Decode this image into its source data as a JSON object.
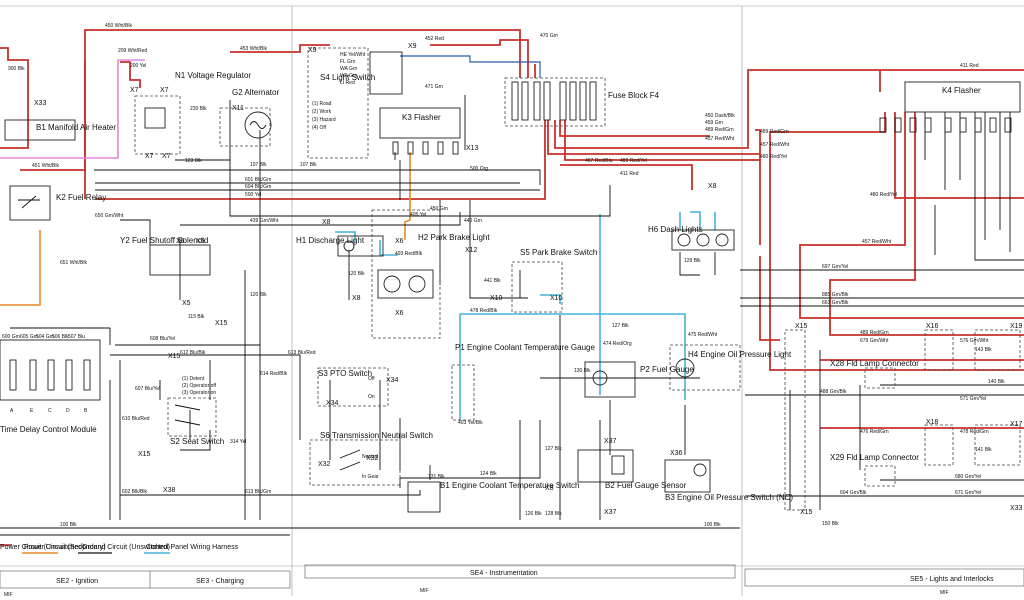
{
  "colors": {
    "power_unswitched": "#c8312b",
    "power_secondary": "#e58a2a",
    "ground": "#111111",
    "panel_harness": "#45b2d6",
    "pink": "#e08ad8",
    "blue": "#2f5aa8"
  },
  "components": {
    "b1_heater": "B1 Manifold Air Heater",
    "k2": "K2 Fuel Relay",
    "y2": "Y2 Fuel Shutoff Solenoid",
    "n1": "N1 Voltage Regulator",
    "g2": "G2 Alternator",
    "s4": "S4 Light Switch",
    "s4_pos": [
      "(1) Road",
      "(2) Work",
      "(3) Hazard",
      "(4) Off"
    ],
    "k3": "K3 Flasher",
    "f4": "Fuse Block F4",
    "k4": "K4 Flasher",
    "h1": "H1 Discharge Light",
    "h2": "H2 Park Brake Light",
    "s5": "S5 Park Brake Switch",
    "h6": "H6 Dash Lights",
    "p1": "P1 Engine Coolant Temperature Gauge",
    "p2": "P2 Fuel Gauge",
    "h4": "H4 Engine Oil Pressure Light",
    "b1_sw": "B1 Engine Coolant Temperature Switch",
    "b2": "B2 Fuel Gauge Sensor",
    "b3": "B3 Engine Oil Pressure Switch (NC)",
    "s3": "S3 PTO Switch",
    "s6": "S6 Transmission Neutral Switch",
    "s6_states": [
      "Neutral",
      "In Gear"
    ],
    "s3_states": [
      "Off",
      "On"
    ],
    "s2": "S2 Seat Switch",
    "s2_states": [
      "(1) Detent",
      "(2) Operator off",
      "(3) Operator on"
    ],
    "delay": "Time Delay Control Module",
    "x28": "X28 Fld Lamp Connector",
    "x29": "X29 Fld Lamp Connector"
  },
  "connectors": [
    "X33",
    "X7",
    "X7",
    "X7",
    "X7",
    "X11",
    "X9",
    "X9",
    "X13",
    "X8",
    "X8",
    "X8",
    "X12",
    "X6",
    "X6",
    "X10",
    "X10",
    "X5",
    "X5",
    "X5",
    "X15",
    "X15",
    "X15",
    "X34",
    "X34",
    "X32",
    "X32",
    "X38",
    "X37",
    "X37",
    "X36",
    "X8",
    "X15",
    "X16",
    "X17",
    "X19",
    "X18",
    "X15",
    "X33"
  ],
  "wires": {
    "top": [
      "450 Wht/Blk",
      "452 Red",
      "453 Wht/Blk",
      "470 Grn",
      "471 Grn",
      "411 Red",
      "209 Wht/Red",
      "200 Yel",
      "230 Blk"
    ],
    "s4": [
      "HE Yel/Wht",
      "FL Grn",
      "WA Grn",
      "WA Grn",
      "LI Red"
    ],
    "mid": [
      "601 Blk/Grn",
      "604 Blk/Grn",
      "500 Yel",
      "107 Blk",
      "107 Blk",
      "123 Blk",
      "439 Grn/Wht",
      "500 Org"
    ],
    "fuse": [
      "450 Dash/Blk",
      "459 Grn",
      "489 Red/Grn",
      "457 Red/Wht",
      "457 Red/Wht",
      "467 Red/Blu",
      "480 Red/Yel",
      "411 Red",
      "480 Red/Yel",
      "489 Red/Grn"
    ],
    "panel": [
      "478 Red/Blk",
      "127 Blk",
      "474 Red/Org",
      "475 Red/Wht",
      "403 Yel/Blk",
      "405 Yel",
      "493 Red/Blk",
      "450 Grn",
      "440 Grn",
      "441 Blk"
    ],
    "right": [
      "697 Grn/Yel",
      "885 Grn/Blk",
      "663 Grn/Blk",
      "457 Red/Wht",
      "480 Red/Yel",
      "489 Red/Grn",
      "679 Grn/Wht",
      "576 Grn/Wht",
      "488 Grn/Blk",
      "571 Grn/Yel",
      "476 Red/Grn",
      "478 Red/Grn",
      "143 Blk",
      "141 Blk",
      "140 Blk",
      "604 Grn/Blk",
      "671 Grn/Yel",
      "680 Grn/Yel"
    ],
    "left": [
      "451 Wht/Blk",
      "900 Blk",
      "650 Grn/Wht",
      "651 Wht/Blk",
      "600 Grn",
      "605 Grn",
      "504 Grn",
      "506 Blk",
      "507 Blu",
      "608 Blu/Yel",
      "613 Blu/Red",
      "614 Red/Blk",
      "607 Blu/Yel",
      "610 Blu/Red",
      "612 Blu/Blk",
      "613 Blk/Grn",
      "602 Blk/Blk",
      "314 Yel",
      "115 Blk"
    ],
    "bottom": [
      "100 Blk",
      "100 Blk",
      "120 Blk",
      "124 Blk",
      "127 Blk",
      "128 Blk",
      "129 Blk",
      "130 Blk",
      "131 Blk",
      "150 Blk",
      "120 Blk",
      "126 Blk"
    ]
  },
  "delay_pins": [
    "A",
    "E",
    "C",
    "D",
    "B"
  ],
  "legend": [
    {
      "label": "Power Circuit (Unswitched)"
    },
    {
      "label": "Power Circuit (Secondary)"
    },
    {
      "label": "Ground Circuit (Unswitched)"
    },
    {
      "label": "Control Panel Wiring Harness"
    }
  ],
  "sections": [
    "SE2 - Ignition",
    "SE3 - Charging",
    "SE4 - Instrumentation",
    "SE5 - Lights and Interlocks"
  ],
  "footer_marks": [
    "MIF",
    "MIF",
    "MIF"
  ]
}
